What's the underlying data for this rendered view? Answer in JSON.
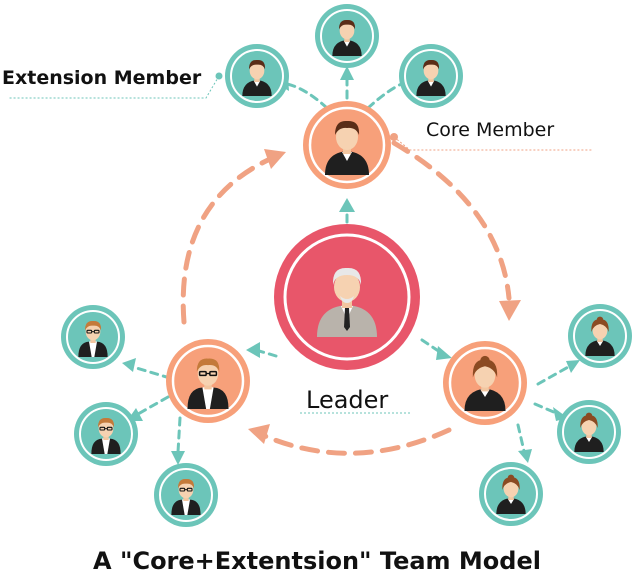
{
  "labels": {
    "extension_member": "Extension Member",
    "core_member": "Core Member",
    "leader": "Leader",
    "title": "A \"Core+Extentsion\" Team Model"
  },
  "colors": {
    "leader_ring": "#e8566a",
    "core_circle": "#f7a07a",
    "extension_circle": "#6cc5b9",
    "cycle_arrow": "#f0a283",
    "branch_arrow": "#6cc5b9"
  }
}
